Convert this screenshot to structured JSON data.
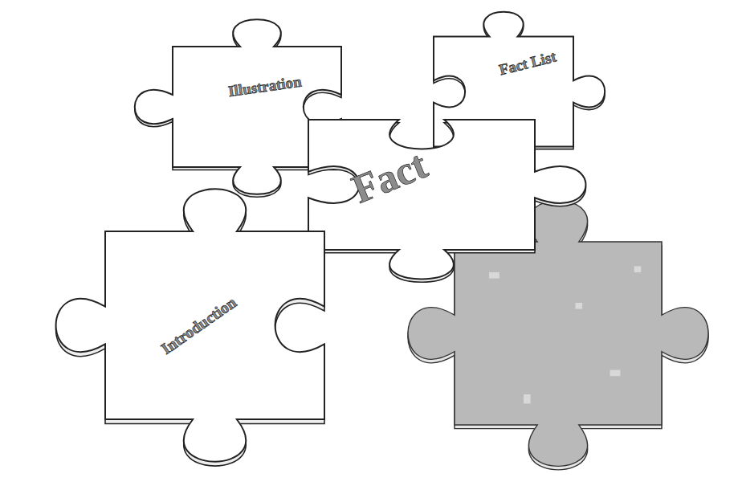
{
  "diagram": {
    "nodes": [
      {
        "text": [
          "Illustration"
        ]
      },
      {
        "text": [
          "Fact List"
        ]
      },
      {
        "text": [
          "Fact"
        ]
      },
      {
        "text": [
          "Introduction"
        ]
      }
    ]
  }
}
